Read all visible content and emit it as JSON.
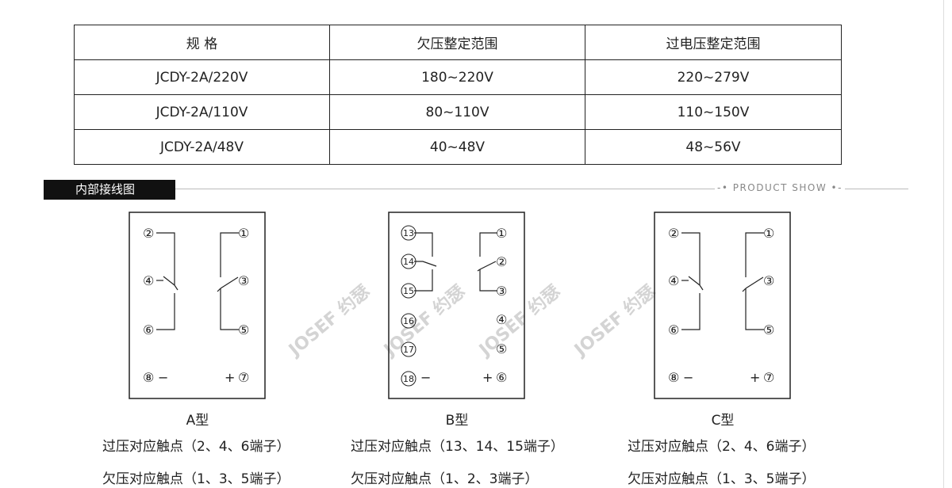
{
  "table": {
    "headers": [
      "规 格",
      "欠压整定范围",
      "过电压整定范围"
    ],
    "rows": [
      [
        "JCDY-2A/220V",
        "180~220V",
        "220~279V"
      ],
      [
        "JCDY-2A/110V",
        "80~110V",
        "110~150V"
      ],
      [
        "JCDY-2A/48V",
        "40~48V",
        "48~56V"
      ]
    ]
  },
  "section": {
    "title": "内部接线图",
    "tag": "-• PRODUCT SHOW •-"
  },
  "watermark": "JOSEF 约瑟",
  "diagrams": [
    {
      "type_label": "A型",
      "over_caption": "过压对应触点（2、4、6端子）",
      "under_caption": "欠压对应触点（1、3、5端子）",
      "terminals": {
        "t2": "②",
        "t4": "④",
        "t6": "⑥",
        "t8": "⑧",
        "t1": "①",
        "t3": "③",
        "t5": "⑤",
        "t7": "⑦"
      }
    },
    {
      "type_label": "B型",
      "over_caption": "过压对应触点（13、14、15端子）",
      "under_caption": "欠压对应触点（1、2、3端子）",
      "terminals": {
        "t13": "13",
        "t14": "14",
        "t15": "15",
        "t16": "16",
        "t17": "17",
        "t18": "18",
        "t1": "①",
        "t2": "②",
        "t3": "③",
        "t4": "④",
        "t5": "⑤",
        "t6": "⑥"
      }
    },
    {
      "type_label": "C型",
      "over_caption": "过压对应触点（2、4、6端子）",
      "under_caption": "欠压对应触点（1、3、5端子）",
      "terminals": {
        "t2": "②",
        "t4": "④",
        "t6": "⑥",
        "t8": "⑧",
        "t1": "①",
        "t3": "③",
        "t5": "⑤",
        "t7": "⑦"
      }
    }
  ],
  "symbols": {
    "minus": "−",
    "plus": "+"
  }
}
